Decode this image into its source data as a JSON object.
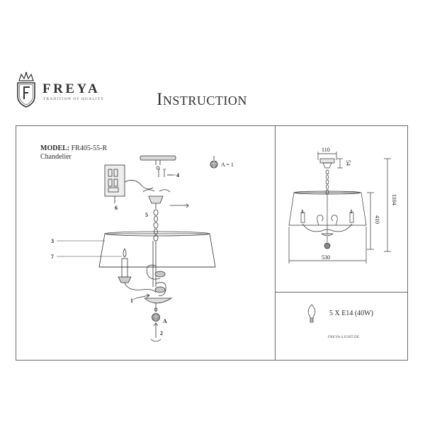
{
  "header": {
    "brand_name": "FREYA",
    "brand_tagline": "TRADITION OF QUALITY",
    "title": "Instruction"
  },
  "product": {
    "model_label": "MODEL:",
    "model_number": "FR405-55-R",
    "type": "Chandelier"
  },
  "assembly": {
    "parts": {
      "p1": "1",
      "p2": "2",
      "p3": "3",
      "p4": "4",
      "p5": "5",
      "p6": "6",
      "p7": "7"
    },
    "crystal_letter": "A",
    "legend": "A = 1"
  },
  "dimensions": {
    "top_width": "110",
    "top_height": "54",
    "total_height": "1104",
    "body_height": "410",
    "shade_width": "530"
  },
  "bulb": {
    "spec": "5 X E14 (40W)"
  },
  "footer": {
    "website": "FREYA-LIGHT.DE"
  },
  "colors": {
    "line": "#333333",
    "frame": "#6a6a6a"
  }
}
